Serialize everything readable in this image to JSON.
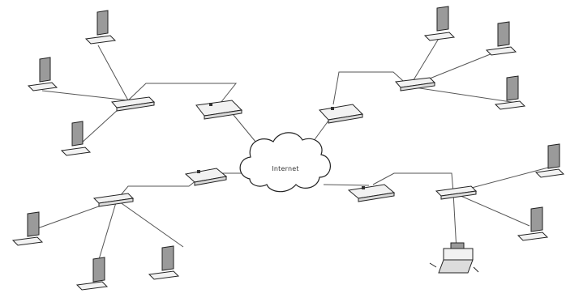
{
  "diagram": {
    "cloud_label": "Internet",
    "colors": {
      "line": "#555555",
      "device_fill": "#f2f2f2",
      "device_stroke": "#222222",
      "screen_fill": "#9a9a9a",
      "background": "#ffffff"
    },
    "nodes": [
      {
        "name": "internet-cloud",
        "kind": "cloud",
        "icon": "cloud-icon"
      },
      {
        "name": "router-top-left",
        "kind": "router",
        "icon": "router-icon"
      },
      {
        "name": "router-top-right",
        "kind": "router",
        "icon": "router-icon"
      },
      {
        "name": "router-bottom-left",
        "kind": "router",
        "icon": "router-icon"
      },
      {
        "name": "router-bottom-right",
        "kind": "router",
        "icon": "router-icon"
      },
      {
        "name": "switch-top-left",
        "kind": "switch",
        "icon": "switch-icon"
      },
      {
        "name": "switch-top-right",
        "kind": "switch",
        "icon": "switch-icon"
      },
      {
        "name": "switch-bottom-left",
        "kind": "switch",
        "icon": "switch-icon"
      },
      {
        "name": "switch-bottom-right",
        "kind": "switch",
        "icon": "switch-icon"
      },
      {
        "name": "printer-bottom-right",
        "kind": "printer",
        "icon": "printer-icon"
      }
    ]
  }
}
